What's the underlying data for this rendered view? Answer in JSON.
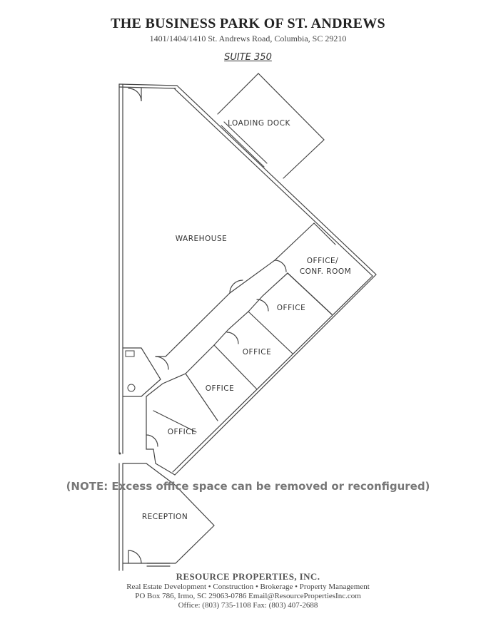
{
  "header": {
    "title": "THE BUSINESS PARK OF ST. ANDREWS",
    "address": "1401/1404/1410 St. Andrews Road, Columbia, SC 29210",
    "suite": "SUITE 350"
  },
  "rooms": {
    "loading_dock": "LOADING DOCK",
    "warehouse": "WAREHOUSE",
    "office_conf_line1": "OFFICE/",
    "office_conf_line2": "CONF. ROOM",
    "office_1": "OFFICE",
    "office_2": "OFFICE",
    "office_3": "OFFICE",
    "office_4": "OFFICE",
    "reception": "RECEPTION"
  },
  "note": "(NOTE:  Excess office space can be removed or reconfigured)",
  "footer": {
    "company": "RESOURCE PROPERTIES, INC.",
    "services": "Real Estate Development  •  Construction  •  Brokerage  •  Property Management",
    "mail": "PO Box 786, Irmo, SC 29063-0786      Email@ResourcePropertiesInc.com",
    "phone": "Office:  (803) 735-1108      Fax:  (803) 407-2688"
  }
}
